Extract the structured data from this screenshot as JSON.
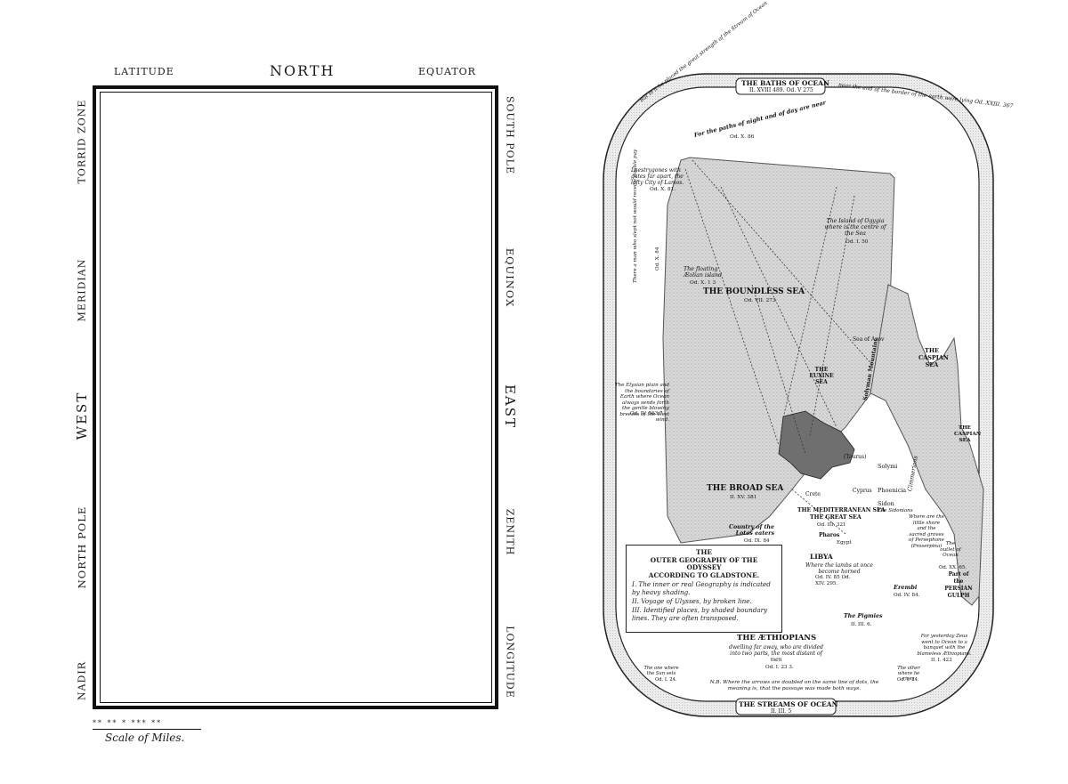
{
  "chart": {
    "top_left": "LATITUDE",
    "top_center": "NORTH",
    "top_right": "EQUATOR",
    "left_top": "TORRID ZONE",
    "left_middle": "MERIDIAN",
    "left_center": "WEST",
    "left_lower": "NORTH POLE",
    "left_bottom": "NADIR",
    "right_top": "SOUTH POLE",
    "right_middle": "EQUINOX",
    "right_center": "EAST",
    "right_lower": "ZENITH",
    "right_bottom": "LONGITUDE",
    "scale_marks": "** **  *  ***   **",
    "scale_label": "Scale of Miles."
  },
  "map": {
    "ocean_top": "THE BATHS OF OCEAN",
    "ocean_top_ref": "II. XVIII 489.  Od. V 275",
    "ocean_bottom": "THE STREAMS OF OCEAN",
    "ocean_bottom_ref": "II. III. 5",
    "ring_text_top": "near the end of the border of the earth were lying Od. XXIII. 367",
    "ring_text_left": "But in it he placed the great strength of the Stream of Ocean",
    "boundless_sea": "THE BOUNDLESS SEA",
    "boundless_ref": "Od. VII. 273",
    "broad_sea": "THE BROAD SEA",
    "broad_ref": "II. XV. 381",
    "euxine": "THE EUXINE SEA",
    "mediterranean": "THE MEDITERRANEAN SEA",
    "great_sea": "THE GREAT SEA",
    "great_ref": "Od. III. 321",
    "caspian_a": "THE CASPIAN SEA",
    "caspian_b": "THE CASPIAN SEA",
    "persian": "Part of the PERSIAN GULPH",
    "aethiopians": "THE ÆTHIOPIANS",
    "aethiopians_sub": "dwelling far away, who are divided into two parts, the most distant of men",
    "aethiopians_ref": "Od. I. 23 3.",
    "libya": "LIBYA",
    "libya_sub": "Where the lambs at once become horned",
    "libya_ref": "Od. IV. 85  Od. XIV. 295.",
    "ogygia": "The Island of Ogygia where is the centre of the Sea",
    "ogygia_ref": "Od. I. 50",
    "aeolian": "The floating Æolian island",
    "aeolian_ref": "Od. X. 1 3",
    "laestrygones": "Laestrygones with gates far apart, the lofty City of Lamos.",
    "laestrygones_ref": "Od. X. 81.",
    "paths_night": "For the paths of night and of day are near",
    "paths_ref": "Od. X. 86",
    "elysian": "The Elysian plain and the boundaries of Earth where Ocean always sends forth the gentle blowing breezes of the West wind.",
    "elysian_ref": "Od. IV. 563.7",
    "sleepless": "There a man who slept not would receive double pay",
    "sleepless_ref": "Od. X. 84",
    "lotos": "Country of the Lotos eaters",
    "lotos_ref": "Od. IX. 84",
    "sea_azov": "Sea of Azov",
    "solymi": "Solymi",
    "phoenicia": "Phoenicia",
    "sidon": "Sidon",
    "sidon_sub": "The Sidonians",
    "cyprus": "Cyprus",
    "crete": "Crete",
    "taurus": "(Taurus)",
    "pharos": "Pharos",
    "egypt": "Egypt",
    "erembi": "Erembi",
    "erembi_ref": "Od. IV. 84.",
    "pigmies": "The Pigmies",
    "pigmies_ref": "II. III. 6.",
    "persephone": "Where are the little shore and the sacred groves of Persephone (Proserpina)",
    "outlet": "The outlet of Ocean",
    "outlet_ref": "Od. XX. 65.",
    "feast": "For yesterday Zeus went to Ocean to a banquet with the blameless Æthiopians.",
    "feast_ref": "II. I. 423",
    "sun_sets": "The one where the Sun sets",
    "sun_sets_ref": "Od. I. 24.",
    "sun_rises": "The other where he rises",
    "sun_rises_ref": "Od. I. 24.",
    "nb_note": "N.B. Where the arrows are doubled on the same line of dots, the meaning is, that the passage was made both ways.",
    "cimmerians": "Cimmerians",
    "solyman": "Solyman Mountains"
  },
  "legend": {
    "title_1": "THE",
    "title_2": "OUTER GEOGRAPHY OF THE ODYSSEY",
    "title_3": "ACCORDING TO GLADSTONE.",
    "item_1": "I. The inner or real Geography is indicated by heavy shading.",
    "item_2": "II. Voyage of Ulysses, by broken line.",
    "item_3": "III. Identified places, by shaded boundary lines. They are often transposed."
  }
}
